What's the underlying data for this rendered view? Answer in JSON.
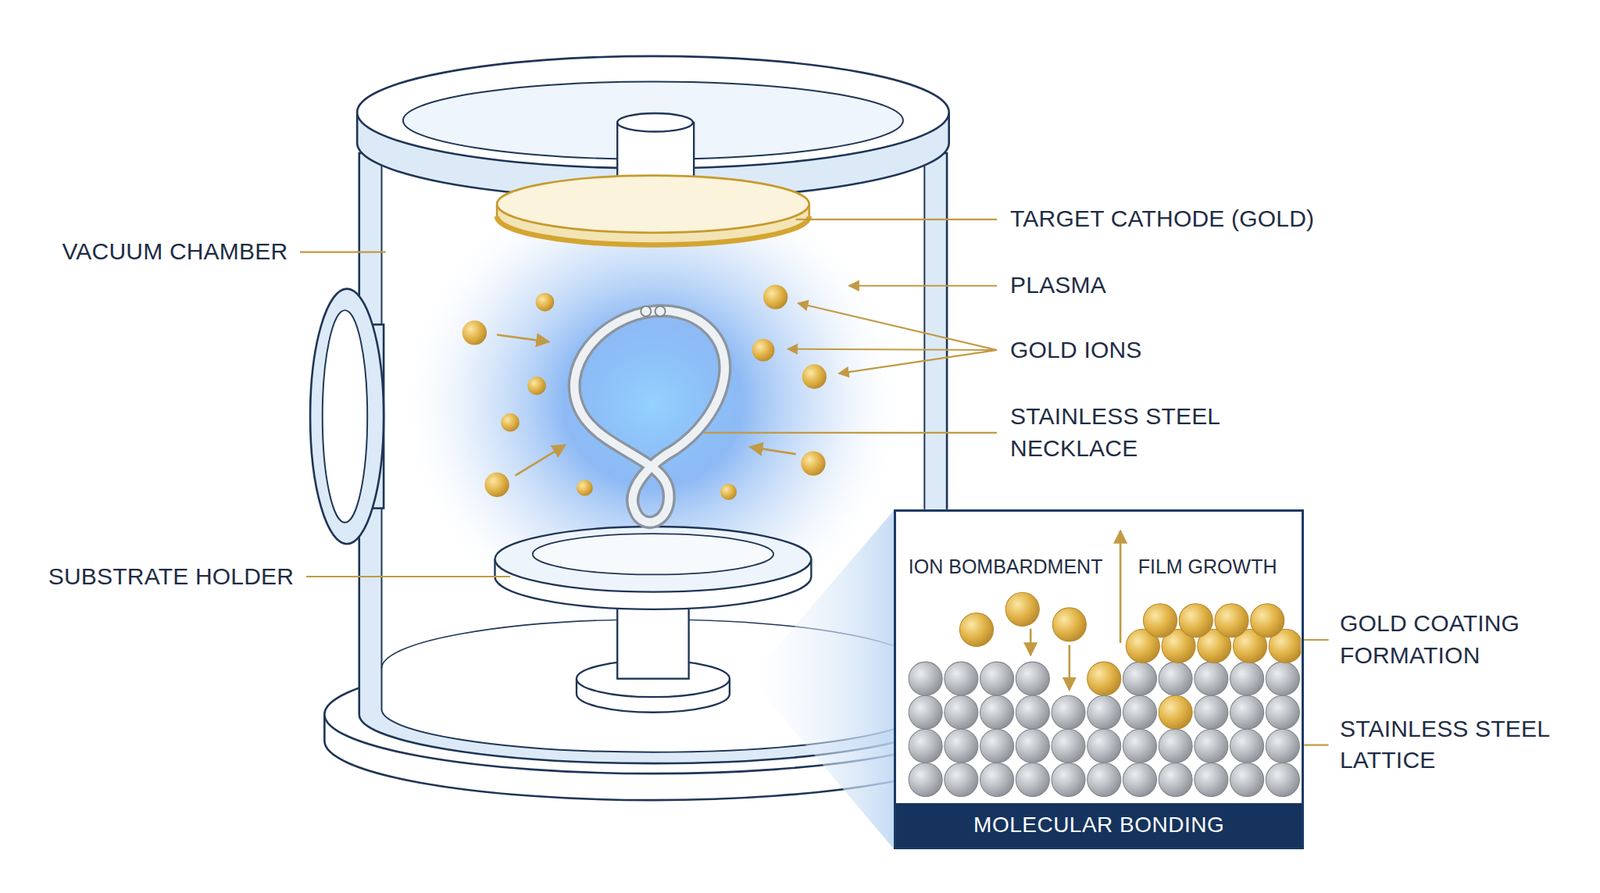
{
  "diagram": {
    "nodes": [
      {
        "text": [
          "ION BOMBARDMENT",
          "FILM GROWTH"
        ]
      },
      {
        "text": [
          "MOLECULAR BONDING"
        ],
        "in": 0
      }
    ],
    "labels": [
      "VACUUM CHAMBER",
      "TARGET CATHODE (GOLD)",
      "PLASMA",
      "GOLD IONS",
      "STAINLESS STEEL NECKLACE",
      "SUBSTRATE HOLDER",
      "GOLD COATING FORMATION",
      "STAINLESS STEEL LATTICE"
    ]
  }
}
